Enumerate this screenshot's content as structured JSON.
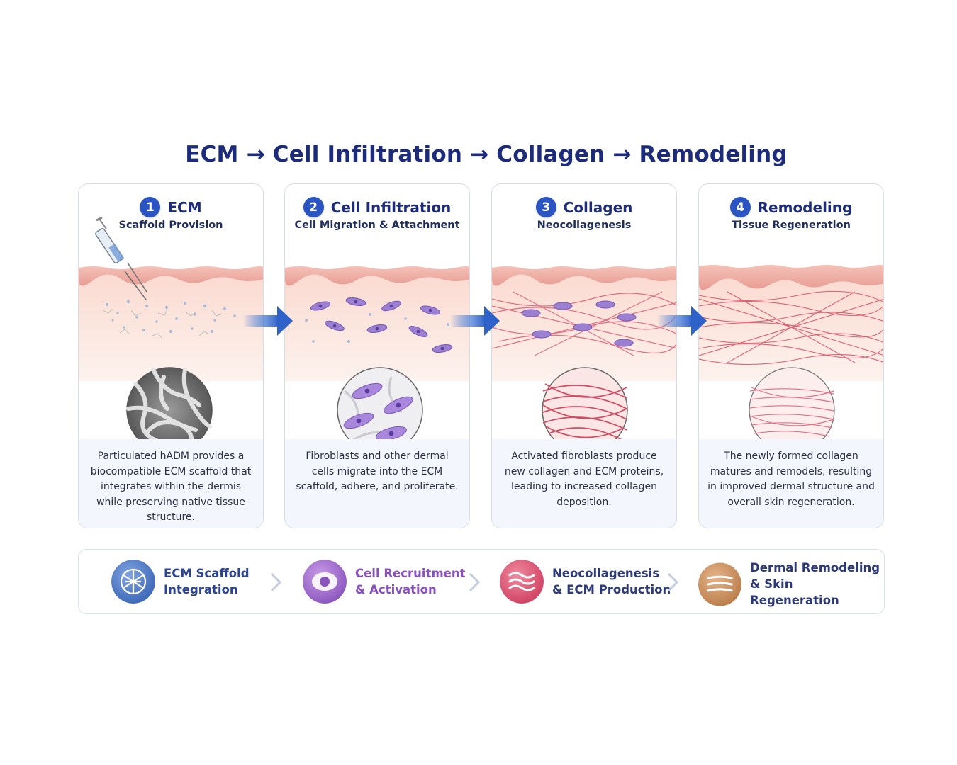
{
  "header": {
    "title": "ECM → Cell Infiltration → Collagen → Remodeling"
  },
  "stages": [
    {
      "number": "1",
      "title": "ECM",
      "subtitle": "Scaffold Provision",
      "description": "Particulated hADM provides a biocompatible ECM scaffold that integrates within the dermis while preserving native tissue structure."
    },
    {
      "number": "2",
      "title": "Cell Infiltration",
      "subtitle": "Cell Migration & Attachment",
      "description": "Fibroblasts and other dermal cells migrate into the ECM scaffold, adhere, and proliferate."
    },
    {
      "number": "3",
      "title": "Collagen",
      "subtitle": "Neocollagenesis",
      "description": "Activated fibroblasts produce new collagen and ECM proteins, leading to increased collagen deposition."
    },
    {
      "number": "4",
      "title": "Remodeling",
      "subtitle": "Tissue Regeneration",
      "description": "The newly formed collagen matures and remodels, resulting in improved dermal structure and overall skin regeneration."
    }
  ],
  "summary": [
    {
      "line1": "ECM Scaffold",
      "line2": "Integration",
      "icon": "scaffold-icon",
      "color": "#4a78c4"
    },
    {
      "line1": "Cell Recruitment",
      "line2": "& Activation",
      "icon": "cell-icon",
      "color": "#9a62c4"
    },
    {
      "line1": "Neocollagenesis",
      "line2": "& ECM Production",
      "icon": "waves-icon",
      "color": "#d94d6c"
    },
    {
      "line1": "Dermal Remodeling",
      "line2": "& Skin Regeneration",
      "icon": "layers-icon",
      "color": "#c88a55"
    }
  ],
  "colors": {
    "title": "#1c2c7a",
    "badge": "#2a54c2",
    "arrow": "#3a6fd0",
    "skin_top": "#f0b8b0",
    "dermis": "#fbe5dc",
    "collagen": "#d9475e",
    "cell": "#9b7fd0"
  }
}
